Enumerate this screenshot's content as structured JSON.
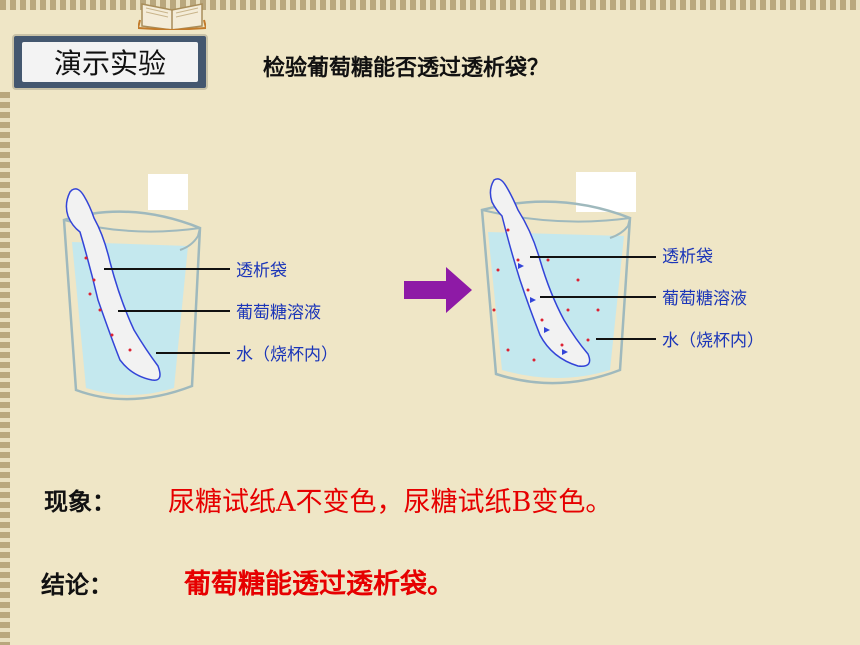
{
  "title": {
    "text": "演示实验"
  },
  "question": {
    "text": "检验葡萄糖能否透过透析袋？"
  },
  "beaker_left": {
    "label_bag": "透析袋",
    "label_glucose": "葡萄糖溶液",
    "label_water": "水（烧杯内）"
  },
  "beaker_right": {
    "label_bag": "透析袋",
    "label_glucose": "葡萄糖溶液",
    "label_water": "水（烧杯内）"
  },
  "phenomenon": {
    "label": "现象：",
    "text": "尿糖试纸A不变色，尿糖试纸B变色。"
  },
  "conclusion": {
    "label": "结论：",
    "text": "葡萄糖能透过透析袋。"
  },
  "colors": {
    "arrow": "#8e1aa6",
    "highlight": "#e60000",
    "label": "#1b35b8"
  }
}
